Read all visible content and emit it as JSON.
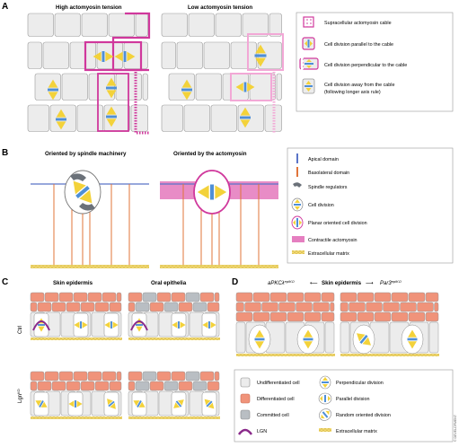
{
  "colors": {
    "cell_fill": "#ececec",
    "cell_stroke": "#9a9a9a",
    "actomyosin": "#d0389c",
    "actomyosin_light": "#f2a8d6",
    "spindle_blue": "#4f8fd6",
    "spindle_yellow": "#f3d23a",
    "apical": "#5a74c8",
    "basolateral": "#e0743a",
    "differentiated": "#f0937a",
    "committed": "#b9bec3",
    "ecm": "#e8c84a",
    "lgn": "#8a2a8a"
  },
  "panel_a": {
    "letter": "A",
    "title_high": "High actomyosin tension",
    "title_low": "Low actomyosin tension",
    "legend": [
      {
        "label": "Supracellular actomyosin cable",
        "icon": "cable-icon"
      },
      {
        "label": "Cell division parallel to the cable",
        "icon": "parallel-division-icon"
      },
      {
        "label": "Cell division perpendicular to the cable",
        "icon": "perpendicular-division-icon"
      },
      {
        "label": "Cell division away from the cable",
        "label2": "(following longer axis rule)",
        "icon": "away-division-icon"
      }
    ]
  },
  "panel_b": {
    "letter": "B",
    "title_spindle": "Oriented by spindle machinery",
    "title_actomyosin": "Oriented by the actomyosin",
    "legend": [
      {
        "label": "Apical domain",
        "icon": "apical-domain-icon"
      },
      {
        "label": "Basolateral domain",
        "icon": "basolateral-domain-icon"
      },
      {
        "label": "Spindle regulators",
        "icon": "spindle-regulator-icon"
      },
      {
        "label": "Cell division",
        "icon": "cell-division-icon"
      },
      {
        "label": "Planar oriented cell division",
        "icon": "planar-division-icon"
      },
      {
        "label": "Contractile actomyosin",
        "icon": "contractile-actomyosin-icon"
      },
      {
        "label": "Extracellular matrix",
        "icon": "extracellular-matrix-icon"
      }
    ]
  },
  "panel_c": {
    "letter": "C",
    "title_skin": "Skin epidermis",
    "title_oral": "Oral epithelia",
    "row_ctrl": "Ctrl",
    "row_lgn": "Lgn",
    "row_lgn_sup": "KO"
  },
  "panel_d": {
    "letter": "D",
    "left_label": "aPKCλ",
    "left_sup": "epiKO",
    "center_label": "Skin epidermis",
    "right_label": "Par3",
    "right_sup": "epiKO",
    "legend_left": [
      {
        "label": "Undifferentiated cell",
        "icon": "undifferentiated-cell-icon"
      },
      {
        "label": "Differentiated cell",
        "icon": "differentiated-cell-icon"
      },
      {
        "label": "Committed cell",
        "icon": "committed-cell-icon"
      },
      {
        "label": "LGN",
        "icon": "lgn-icon"
      }
    ],
    "legend_right": [
      {
        "label": "Perpendicular division",
        "icon": "perpendicular-division-icon"
      },
      {
        "label": "Parallel division",
        "icon": "parallel-division-icon"
      },
      {
        "label": "Random oriented division",
        "icon": "random-division-icon"
      },
      {
        "label": "Extracellular matrix",
        "icon": "extracellular-matrix-icon"
      }
    ]
  },
  "copyright": "© DEVELOPMENT"
}
